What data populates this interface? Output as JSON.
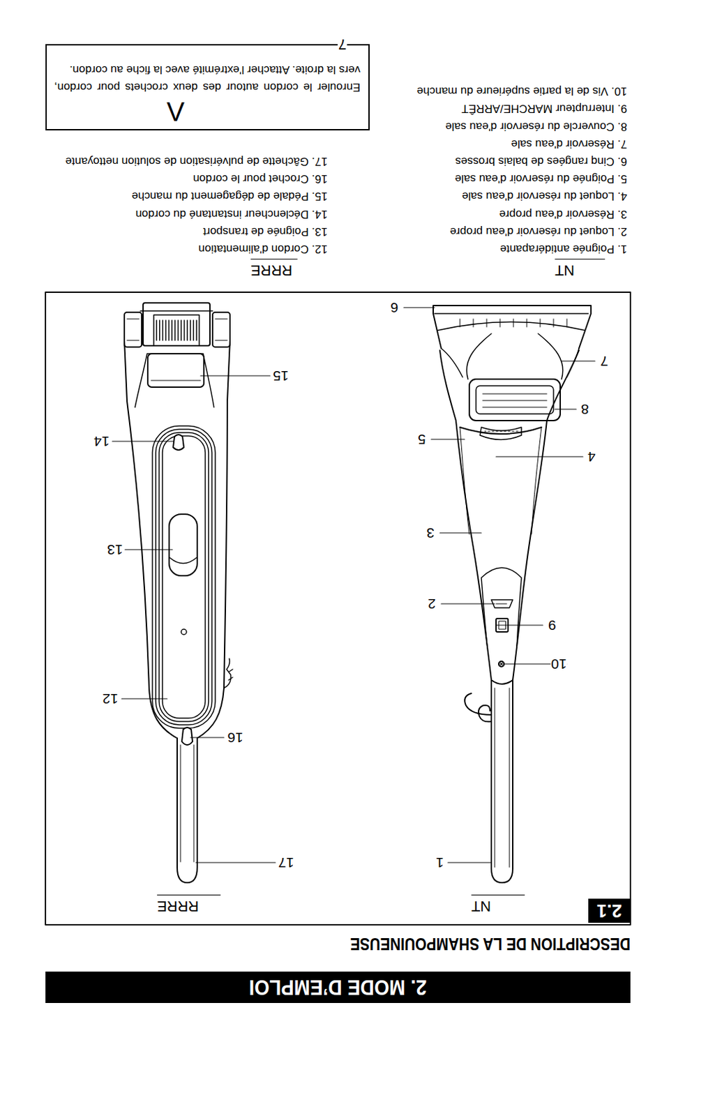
{
  "diagram": {
    "title": "DESCRIPTION DE LA SHAMPOUINEUSE",
    "nodes": [
      {
        "text": [
          "2. MODE D’EMPLOI"
        ]
      },
      {
        "text": [
          "2.1"
        ]
      },
      {
        "text": [
          "Λ",
          "Enrouler le cordon autour des deux crochets pour cordon, vers la droite. Attacher l'extrémité avec la fiche au cordon."
        ]
      }
    ],
    "labels": [
      "NT",
      "RRRE",
      "1",
      "10",
      "9",
      "2",
      "3",
      "4",
      "5",
      "8",
      "7",
      "6",
      "17",
      "16",
      "12",
      "13",
      "14",
      "15",
      "NT",
      "1. Poignée antidérapante",
      "2. Loquet du réservoir d'eau propre",
      "3. Réservoir d'eau propre",
      "4. Loquet du réservoir d'eau sale",
      "5. Poignée du réservoir d'eau sale",
      "6. Cinq rangées de balais brosses",
      "7. Réservoir d'eau sale",
      "8. Couvercle du réservoir d'eau sale",
      "9. Interrupteur MARCHE/ARRÊT",
      "10. Vis de la partie supérieure du manche",
      "RRRE",
      "12. Cordon d'alimentation",
      "13. Poignée de transport",
      "14. Déclencheur instantané du cordon",
      "15. Pédale de dégagement du manche",
      "16. Crochet pour le cordon",
      "17. Gâchette de pulvérisation de solution nettoyante",
      "7"
    ]
  }
}
